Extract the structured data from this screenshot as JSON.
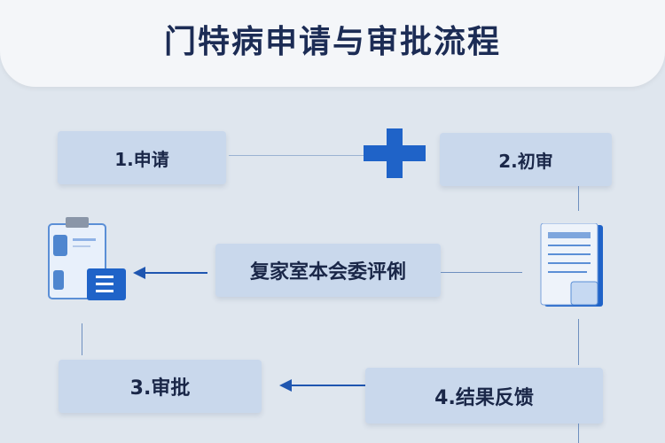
{
  "title": "门特病申请与审批流程",
  "steps": [
    {
      "label": "1.申请"
    },
    {
      "label": "2.初审"
    },
    {
      "label": "复家室本会委评俐"
    },
    {
      "label": "3.审批"
    },
    {
      "label": "4.结果反馈"
    }
  ],
  "colors": {
    "accent": "#1f63c8",
    "background": "#dfe6ee",
    "box": "#c9d8ec"
  }
}
